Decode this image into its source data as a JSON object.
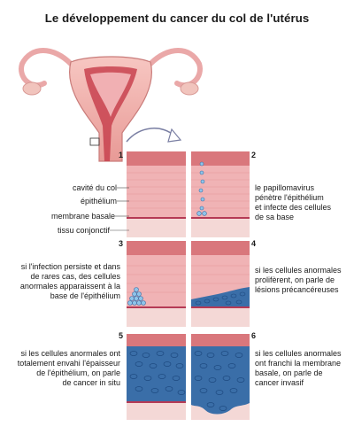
{
  "title": "Le développement du cancer du col de l'utérus",
  "panel_numbers": [
    "1",
    "2",
    "3",
    "4",
    "5",
    "6"
  ],
  "labels": {
    "cavity": "cavité du col",
    "epithelium": "épithélium",
    "basal_membrane": "membrane basale",
    "connective_tissue": "tissu conjonctif"
  },
  "captions": {
    "step2": [
      "le papillomavirus",
      "pénètre l'épithélium",
      "et infecte des cellules",
      "de sa base"
    ],
    "step3": [
      "si l'infection persiste et dans",
      "de rares cas, des cellules",
      "anormales apparaissent à la",
      "base de l'épithélium"
    ],
    "step4": [
      "si les cellules anormales",
      "prolifèrent, on parle de",
      "lésions précancéreuses"
    ],
    "step5": [
      "si les cellules anormales ont",
      "totalement envahi l'épaisseur",
      "de l'épithélium, on parle",
      "de cancer in situ"
    ],
    "step6": [
      "si les cellules anormales",
      "ont franchi la membrane",
      "basale, on parle de",
      "cancer invasif"
    ]
  },
  "colors": {
    "cavity": "#d9777c",
    "epithelium": "#f0b3b5",
    "tissue": "#f4d8d6",
    "membrane": "#b53a55",
    "abnormal_cell": "#3a6ea8",
    "virus": "#8fc4e8"
  }
}
